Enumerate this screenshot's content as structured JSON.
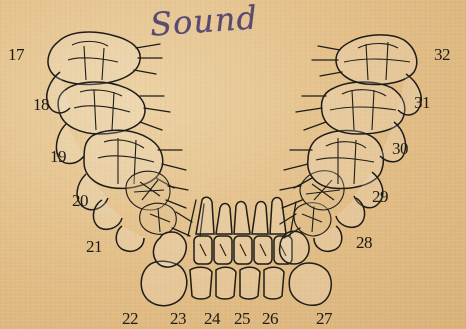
{
  "annotation": "Sound",
  "labels": {
    "t17": "17",
    "t18": "18",
    "t19": "19",
    "t20": "20",
    "t21": "21",
    "t22": "22",
    "t23": "23",
    "t24": "24",
    "t25": "25",
    "t26": "26",
    "t27": "27",
    "t28": "28",
    "t29": "29",
    "t30": "30",
    "t31": "31",
    "t32": "32"
  }
}
